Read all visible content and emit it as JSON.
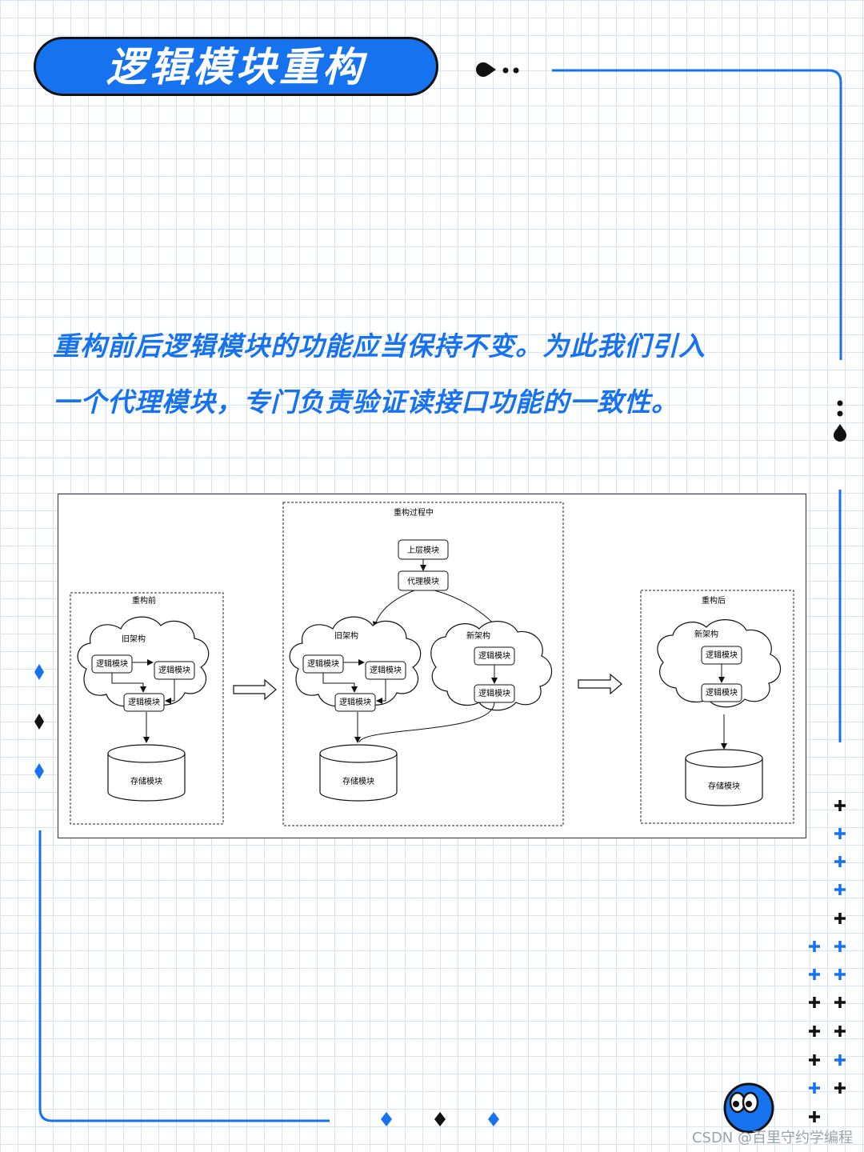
{
  "title": "逻辑模块重构",
  "intro": {
    "line1": "重构前后逻辑模块的功能应当保持不变。为此我们引入",
    "line2": "一个代理模块，专门负责验证读接口功能的一致性。"
  },
  "diagram": {
    "before": {
      "group_label": "重构前",
      "cloud_label": "旧架构",
      "modules": [
        "逻辑模块",
        "逻辑模块",
        "逻辑模块"
      ],
      "storage": "存储模块"
    },
    "during": {
      "group_label": "重构过程中",
      "upper": "上层模块",
      "proxy": "代理模块",
      "old_cloud_label": "旧架构",
      "old_modules": [
        "逻辑模块",
        "逻辑模块",
        "逻辑模块"
      ],
      "new_cloud_label": "新架构",
      "new_modules": [
        "逻辑模块",
        "逻辑模块"
      ],
      "storage": "存储模块"
    },
    "after": {
      "group_label": "重构后",
      "cloud_label": "新架构",
      "modules": [
        "逻辑模块",
        "逻辑模块"
      ],
      "storage": "存储模块"
    }
  },
  "watermark": "CSDN @百里守约学编程",
  "colors": {
    "accent": "#1772f0",
    "ink": "#111111"
  }
}
